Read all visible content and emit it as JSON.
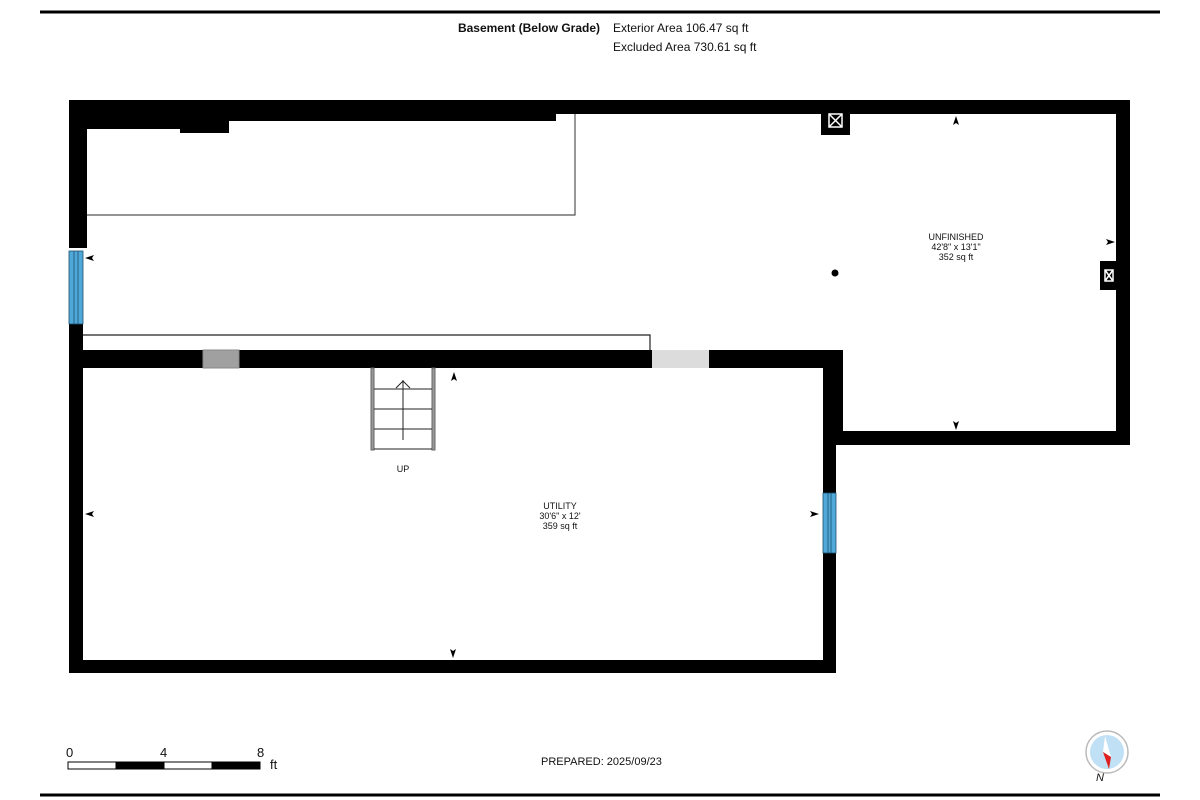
{
  "header": {
    "floor_name": "Basement (Below Grade)",
    "exterior_area": "Exterior Area 106.47 sq ft",
    "excluded_area": "Excluded Area 730.61 sq ft"
  },
  "rooms": [
    {
      "name": "UNFINISHED",
      "dimensions": "42'8\" x 13'1\"",
      "area": "352 sq ft"
    },
    {
      "name": "UTILITY",
      "dimensions": "30'6\" x 12'",
      "area": "359 sq ft"
    }
  ],
  "stairs": {
    "label": "UP"
  },
  "scale_bar": {
    "ticks": [
      "0",
      "4",
      "8"
    ],
    "unit": "ft"
  },
  "prepared": "PREPARED: 2025/09/23",
  "compass": {
    "label": "N",
    "icon": "compass-icon"
  },
  "colors": {
    "wall": "#000000",
    "window": "#4fa8d8",
    "door_dark": "#a0a0a0",
    "door_light": "#dcdcdc",
    "compass_needle": "#e02020",
    "compass_face": "#bfe0f5"
  }
}
